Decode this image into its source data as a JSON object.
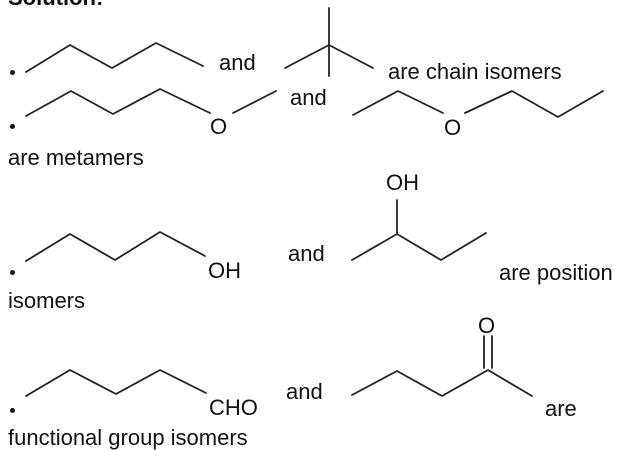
{
  "heading": "Solution:",
  "rows": [
    {
      "joiner": "and",
      "caption": "are chain isomers"
    },
    {
      "joiner": "and",
      "caption": "are metamers"
    },
    {
      "joiner": "and",
      "caption_a": "are position",
      "caption_b": "isomers"
    },
    {
      "joiner": "and",
      "caption_a": "are",
      "caption_b": "functional group isomers"
    }
  ],
  "atom_labels": {
    "oxygen": "O",
    "hydroxyl": "OH",
    "aldehyde": "CHO"
  }
}
